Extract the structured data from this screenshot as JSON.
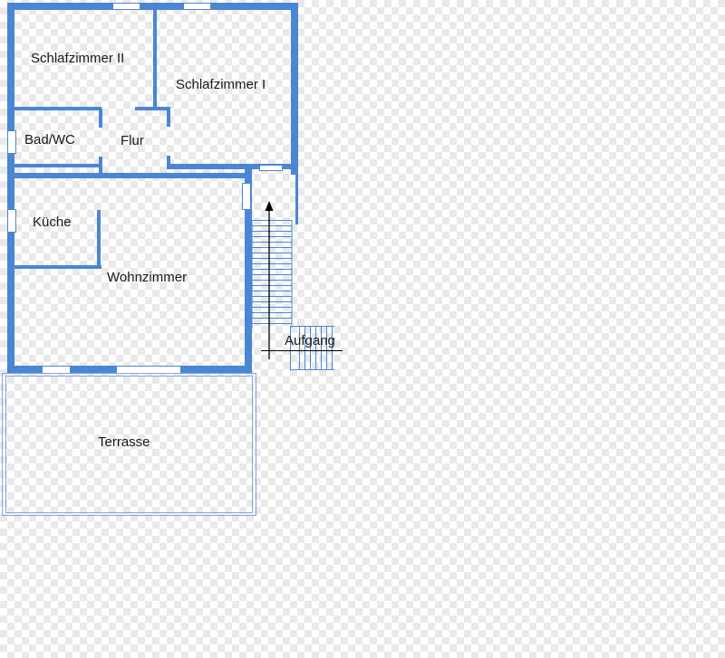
{
  "plan": {
    "rooms": {
      "schlafzimmer_2": "Schlafzimmer II",
      "schlafzimmer_1": "Schlafzimmer I",
      "bad_wc": "Bad/WC",
      "flur": "Flur",
      "kueche": "Küche",
      "wohnzimmer": "Wohnzimmer",
      "terrasse": "Terrasse",
      "aufgang": "Aufgang"
    },
    "colors": {
      "wall": "#4a86d4",
      "window_fill": "#ffffff",
      "terrace_line": "#7fa7dc",
      "stair_line": "#4a86d4",
      "arrow": "#000000",
      "text": "#1a1a1a"
    }
  }
}
